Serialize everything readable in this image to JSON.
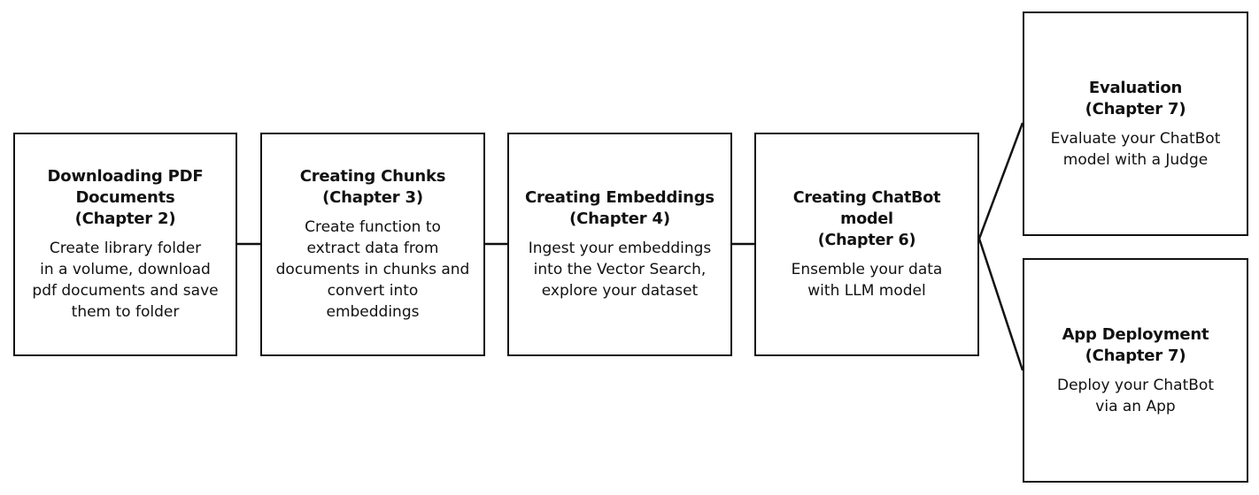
{
  "steps": [
    {
      "title_lines": [
        "Downloading PDF",
        "Documents",
        "(Chapter 2)"
      ],
      "desc_lines": [
        "Create library folder",
        "in a volume, download",
        "pdf documents and save",
        "them to folder"
      ]
    },
    {
      "title_lines": [
        "Creating Chunks",
        "(Chapter 3)"
      ],
      "desc_lines": [
        "Create function to",
        "extract data from",
        "documents in chunks and",
        "convert into",
        "embeddings"
      ]
    },
    {
      "title_lines": [
        "Creating Embeddings",
        "(Chapter 4)"
      ],
      "desc_lines": [
        "Ingest your embeddings",
        "into the Vector Search,",
        "explore your dataset"
      ]
    },
    {
      "title_lines": [
        "Creating ChatBot model",
        "(Chapter 6)"
      ],
      "desc_lines": [
        "Ensemble your data",
        "with LLM model"
      ]
    },
    {
      "title_lines": [
        "Evaluation",
        "(Chapter 7)"
      ],
      "desc_lines": [
        "Evaluate your ChatBot",
        "model with a Judge"
      ]
    },
    {
      "title_lines": [
        "App Deployment",
        "(Chapter 7)"
      ],
      "desc_lines": [
        "Deploy your ChatBot",
        "via an App"
      ]
    }
  ]
}
